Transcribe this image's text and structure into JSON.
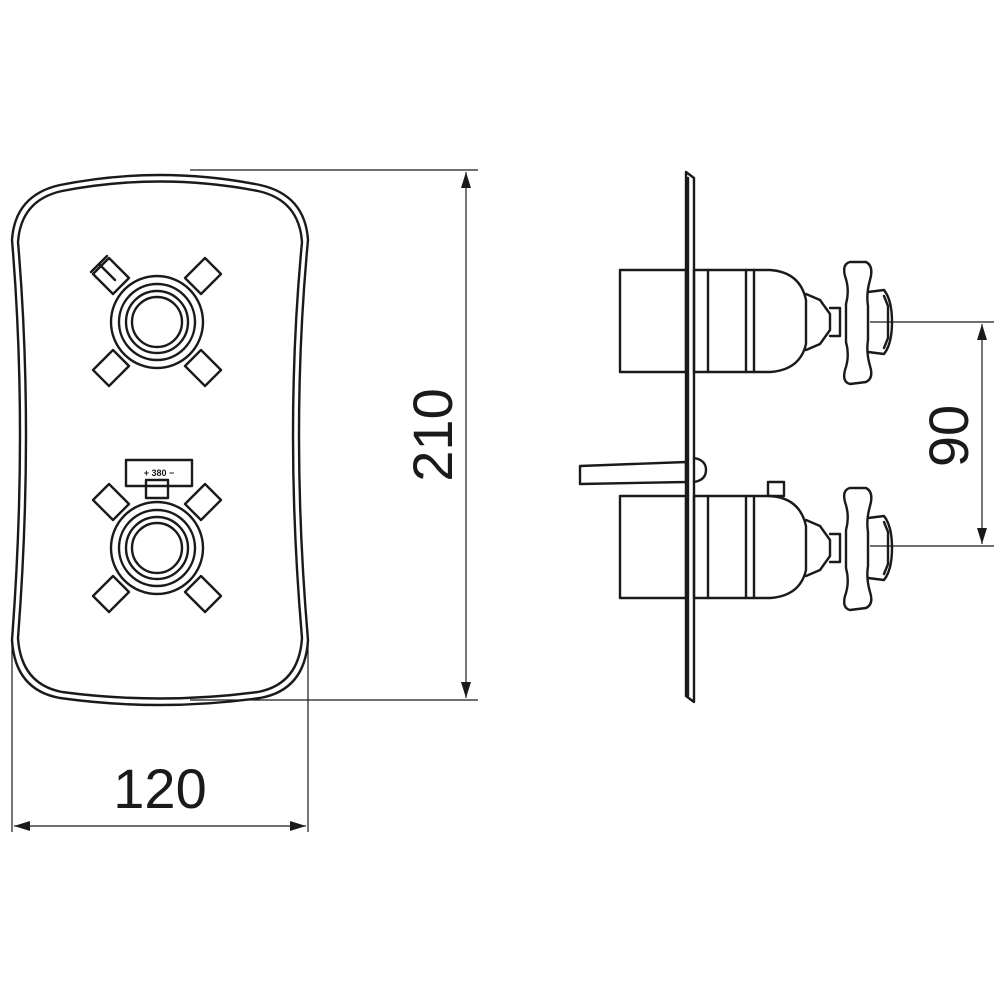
{
  "dimensions": {
    "width": "120",
    "height": "210",
    "spacing": "90"
  },
  "temperature_scale": {
    "label": "+ 380 −"
  }
}
